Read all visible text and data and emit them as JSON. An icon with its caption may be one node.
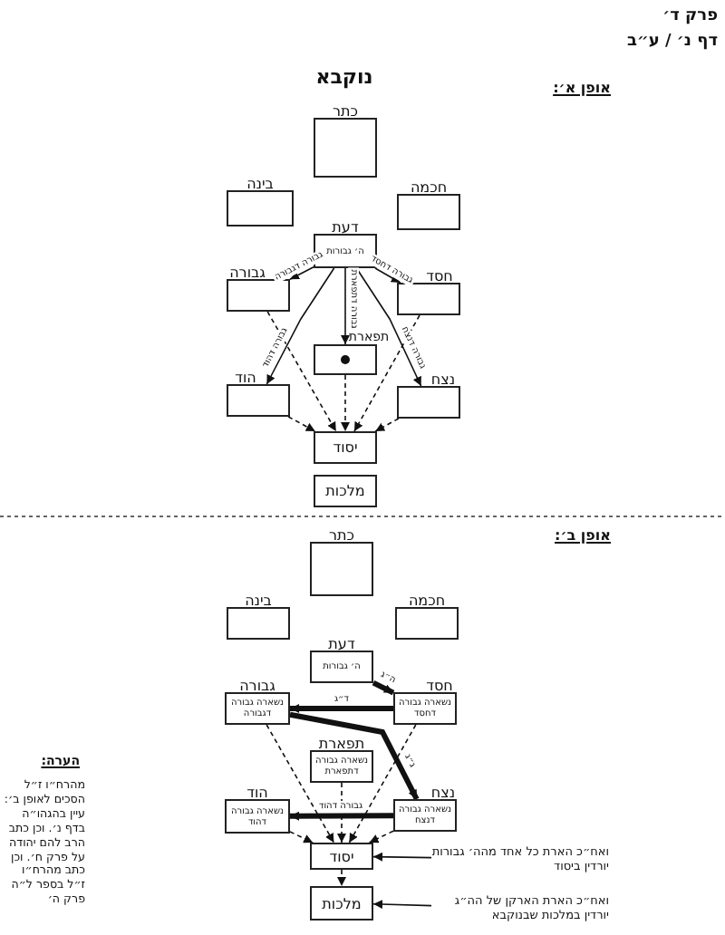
{
  "diagram": {
    "title": "נוקבא",
    "nodes": [
      {
        "text": [
          "כתר"
        ]
      },
      {
        "text": [
          "בינה"
        ]
      },
      {
        "text": [
          "חכמה"
        ]
      },
      {
        "text": [
          "דעת",
          "ה׳ גבורות"
        ]
      },
      {
        "text": [
          "גבורה"
        ]
      },
      {
        "text": [
          "חסד"
        ]
      },
      {
        "text": [
          "תפארת"
        ]
      },
      {
        "text": [
          "הוד"
        ]
      },
      {
        "text": [
          "נצח"
        ]
      },
      {
        "text": [
          "יסוד"
        ]
      },
      {
        "text": [
          "מלכות"
        ]
      },
      {
        "text": [
          "כתר"
        ]
      },
      {
        "text": [
          "בינה"
        ]
      },
      {
        "text": [
          "חכמה"
        ]
      },
      {
        "text": [
          "דעת",
          "ה׳ גבורות"
        ]
      },
      {
        "text": [
          "גבורה",
          "נשארה גבורה דגבורה"
        ]
      },
      {
        "text": [
          "חסד",
          "נשארה גבורה דחסד"
        ]
      },
      {
        "text": [
          "תפארת",
          "נשארה גבורה דתפארת"
        ]
      },
      {
        "text": [
          "הוד",
          "נשארה גבורה דהוד"
        ]
      },
      {
        "text": [
          "נצח",
          "נשארה גבורה דנצח"
        ]
      },
      {
        "text": [
          "יסוד"
        ]
      },
      {
        "text": [
          "מלכות"
        ]
      },
      {
        "text": [
          "ואח״כ הארת כל אחד מהה׳ גבורות יורדין ביסוד"
        ]
      },
      {
        "text": [
          "ואח״כ הארת הארקן של הה״ג יורדין במלכות שבנוקבא"
        ]
      }
    ],
    "edges": [
      {
        "from": 3,
        "to": 4,
        "arrow": "to",
        "label": "גבורה דגבורה"
      },
      {
        "from": 3,
        "to": 5,
        "arrow": "to",
        "label": "גבורה דחסד"
      },
      {
        "from": 3,
        "to": 6,
        "arrow": "to",
        "label": "גבורה דתפארת"
      },
      {
        "from": 3,
        "to": 7,
        "arrow": "to",
        "label": "גבורה דהוד"
      },
      {
        "from": 3,
        "to": 8,
        "arrow": "to",
        "label": "גבורה דנצח"
      },
      {
        "from": 4,
        "to": 9,
        "arrow": "to",
        "style": "dashed"
      },
      {
        "from": 5,
        "to": 9,
        "arrow": "to",
        "style": "dashed"
      },
      {
        "from": 6,
        "to": 9,
        "arrow": "to",
        "style": "dashed"
      },
      {
        "from": 7,
        "to": 9,
        "arrow": "to",
        "style": "dashed"
      },
      {
        "from": 8,
        "to": 9,
        "arrow": "to",
        "style": "dashed"
      },
      {
        "from": 14,
        "to": 16,
        "arrow": "to",
        "style": "thick",
        "label": "ה״ג"
      },
      {
        "from": 16,
        "to": 15,
        "arrow": "to",
        "style": "thick",
        "label": "ד״ג"
      },
      {
        "from": 15,
        "to": 19,
        "arrow": "to",
        "style": "thick",
        "label": "ג״ג"
      },
      {
        "from": 19,
        "to": 18,
        "arrow": "to",
        "style": "thick",
        "label": "גבורה דהוד"
      },
      {
        "from": 15,
        "to": 20,
        "arrow": "to",
        "style": "dashed"
      },
      {
        "from": 16,
        "to": 20,
        "arrow": "to",
        "style": "dashed"
      },
      {
        "from": 17,
        "to": 20,
        "arrow": "to",
        "style": "dashed"
      },
      {
        "from": 18,
        "to": 20,
        "arrow": "to",
        "style": "dashed"
      },
      {
        "from": 19,
        "to": 20,
        "arrow": "to",
        "style": "dashed"
      },
      {
        "from": 20,
        "to": 21,
        "arrow": "to",
        "style": "dashed"
      },
      {
        "from": 22,
        "to": 20,
        "arrow": "to"
      },
      {
        "from": 23,
        "to": 21,
        "arrow": "to"
      }
    ],
    "labels": [
      "פרק ד׳",
      "דף נ׳ / ע״ב",
      "אופן א׳:",
      "אופן ב׳:",
      "הערה:",
      "מהרח״ו ז״ל הסכים לאופן ב׳: עיין בהגהו״ה בדף נ׳. וכן כתב הרב להם יהודה על פרק ח׳. וכן כתב מהרח״ו ז״ל בספר ל״ה פרק ה׳"
    ]
  }
}
